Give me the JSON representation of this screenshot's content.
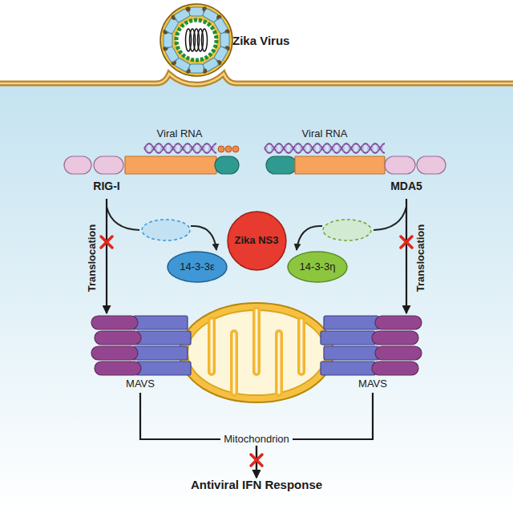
{
  "diagram": {
    "nodes": [
      {
        "text": [
          "RIG-I"
        ]
      },
      {
        "text": [
          "MDA5"
        ]
      },
      {
        "text": [
          "Zika NS3"
        ]
      },
      {
        "text": [
          "14-3-3ε"
        ]
      },
      {
        "text": [
          "14-3-3η"
        ]
      },
      {
        "text": [
          "MAVS"
        ]
      },
      {
        "text": [
          "MAVS"
        ]
      },
      {
        "text": [
          "Antiviral IFN Response"
        ]
      }
    ],
    "edges": [
      {
        "from": 0,
        "to": 5,
        "arrow": "to",
        "label": "Translocation"
      },
      {
        "from": 1,
        "to": 6,
        "arrow": "to",
        "label": "Translocation"
      },
      {
        "from": 5,
        "to": 7,
        "arrow": "to"
      },
      {
        "from": 6,
        "to": 7,
        "arrow": "to"
      }
    ],
    "labels": [
      "Zika Virus",
      "Viral RNA",
      "Viral RNA",
      "Mitochondrion"
    ]
  }
}
